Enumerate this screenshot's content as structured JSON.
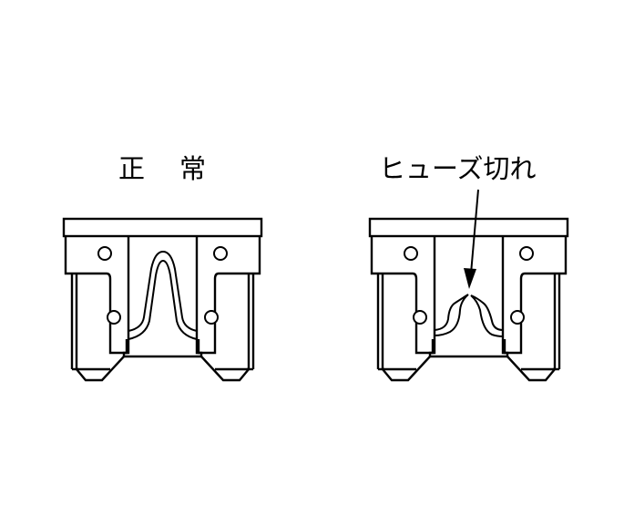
{
  "diagram": {
    "title": "Blade fuse inspection (mini fuse)",
    "background": "#ffffff",
    "line_color": "#000000",
    "panels": [
      {
        "id": "normal",
        "label": "正常",
        "meaning": "Normal",
        "element_state": "intact"
      },
      {
        "id": "blown",
        "label": "ヒューズ切れ",
        "meaning": "Blown fuse",
        "element_state": "broken",
        "arrow": "points to gap in fuse element"
      }
    ]
  }
}
